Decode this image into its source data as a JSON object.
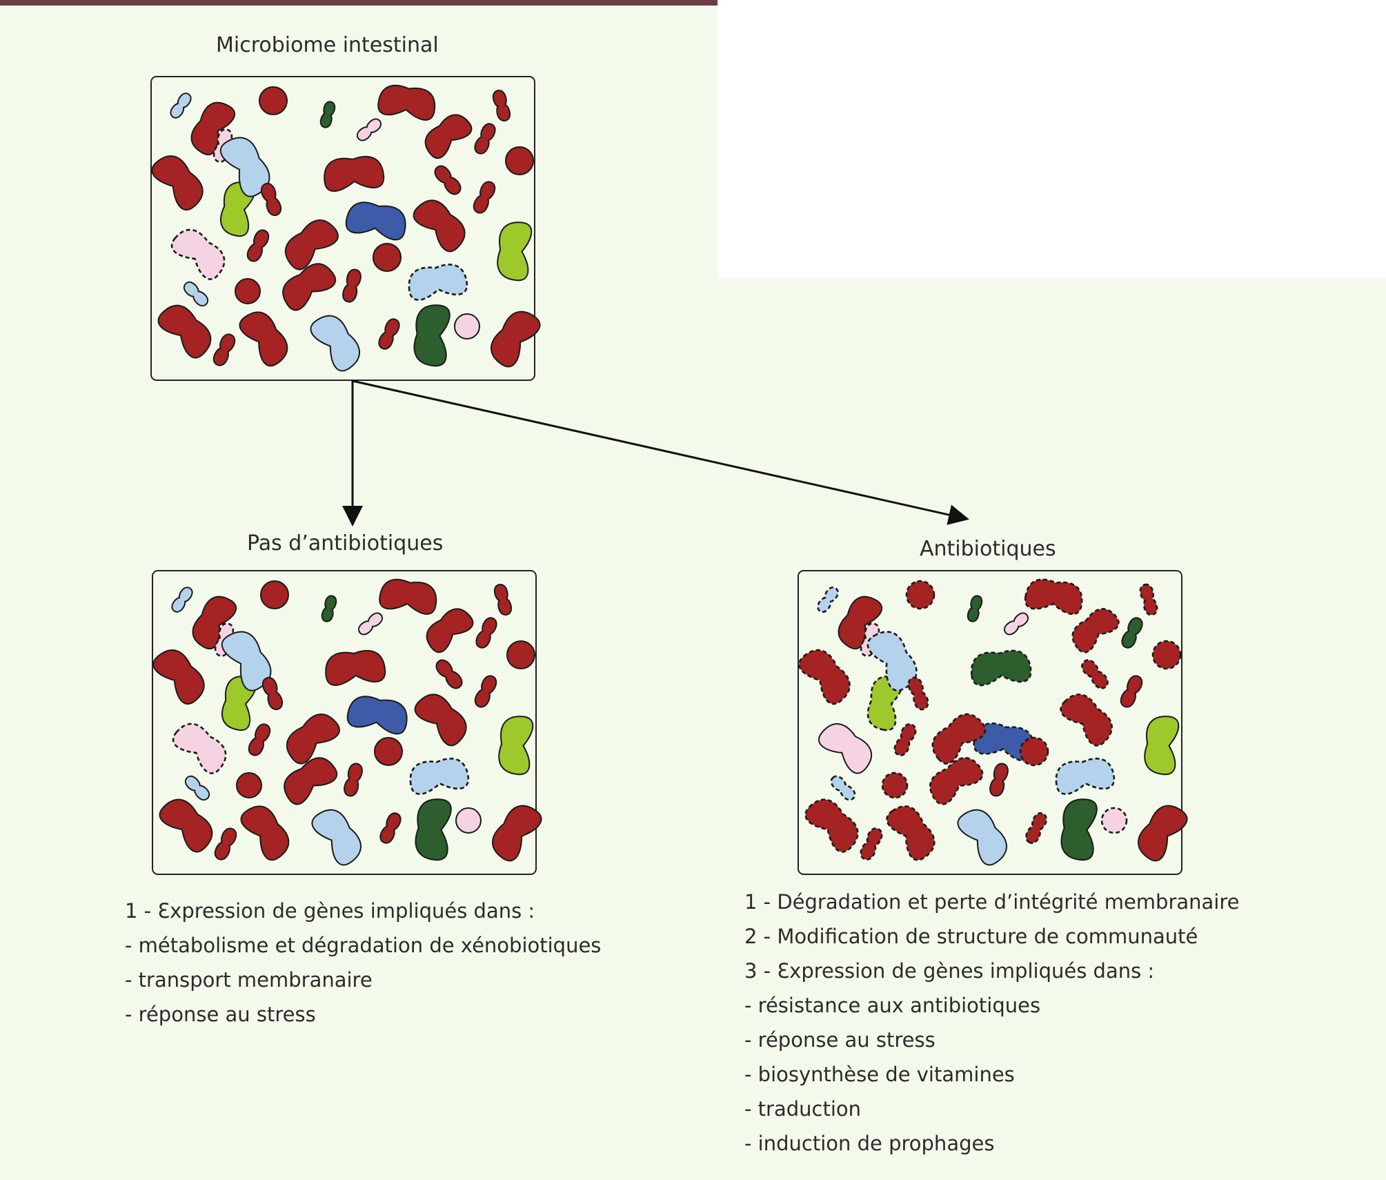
{
  "colors": {
    "background": "#f3faec",
    "top_rule": "#6e3a46",
    "red": "#a52323",
    "light_blue": "#b4d2ec",
    "pink": "#f5d3e2",
    "light_green": "#9ec92b",
    "dark_green": "#2c5e2e",
    "blue": "#3d5ba8"
  },
  "labels": {
    "top": "Microbiome intestinal",
    "left": "Pas d’antibiotiques",
    "right": "Antibiotiques"
  },
  "left_notes": [
    "1 - Ɛxpression de gènes impliqués dans :",
    "- métabolisme et dégradation de xénobiotiques",
    "- transport membranaire",
    "- réponse au stress"
  ],
  "right_notes": [
    "1 - Dégradation et perte d’intégrité membranaire",
    "2 - Modification de structure de communauté",
    "3 - Ɛxpression de gènes impliqués dans :",
    "- résistance aux antibiotiques",
    "- réponse au stress",
    "- biosynthèse de vitamines",
    "- traduction",
    "- induction de prophages"
  ]
}
